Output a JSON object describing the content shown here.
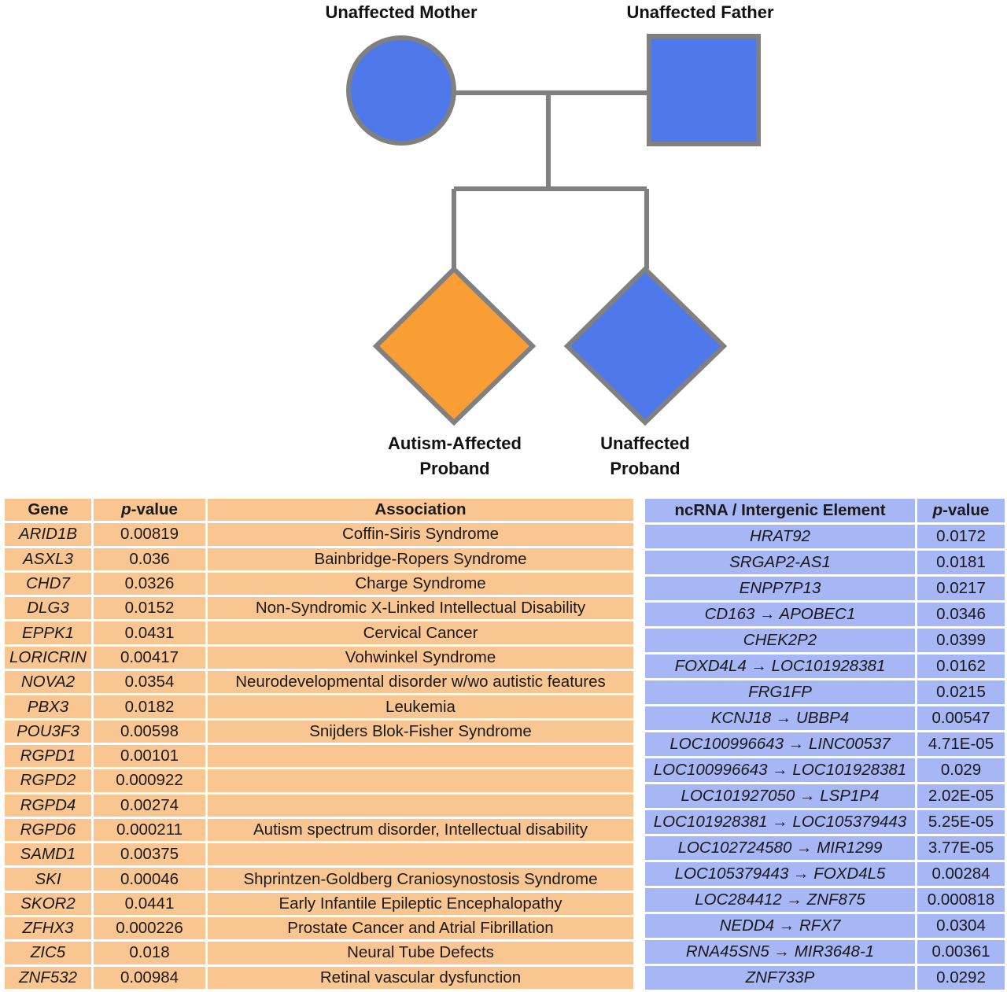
{
  "pedigree": {
    "colors": {
      "unaffected": "#4f79ea",
      "affected": "#f89e35",
      "outline": "#808080"
    },
    "members": [
      {
        "id": "mother",
        "label": "Unaffected Mother",
        "shape": "circle",
        "status": "unaffected"
      },
      {
        "id": "father",
        "label": "Unaffected Father",
        "shape": "square",
        "status": "unaffected"
      },
      {
        "id": "proband",
        "label_lines": [
          "Autism-Affected",
          "Proband"
        ],
        "shape": "diamond",
        "status": "affected"
      },
      {
        "id": "sibling",
        "label_lines": [
          "Unaffected",
          "Proband"
        ],
        "shape": "diamond",
        "status": "unaffected"
      }
    ]
  },
  "gene_table": {
    "fill_color": "#f9c691",
    "headers": {
      "gene": "Gene",
      "p_prefix": "p",
      "p_suffix": "-value",
      "association": "Association"
    },
    "rows": [
      {
        "gene": "ARID1B",
        "p": "0.00819",
        "association": "Coffin-Siris Syndrome"
      },
      {
        "gene": "ASXL3",
        "p": "0.036",
        "association": "Bainbridge-Ropers Syndrome"
      },
      {
        "gene": "CHD7",
        "p": "0.0326",
        "association": "Charge Syndrome"
      },
      {
        "gene": "DLG3",
        "p": "0.0152",
        "association": "Non-Syndromic X-Linked Intellectual Disability"
      },
      {
        "gene": "EPPK1",
        "p": "0.0431",
        "association": "Cervical Cancer"
      },
      {
        "gene": "LORICRIN",
        "p": "0.00417",
        "association": "Vohwinkel Syndrome"
      },
      {
        "gene": "NOVA2",
        "p": "0.0354",
        "association": "Neurodevelopmental disorder w/wo autistic features"
      },
      {
        "gene": "PBX3",
        "p": "0.0182",
        "association": "Leukemia"
      },
      {
        "gene": "POU3F3",
        "p": "0.00598",
        "association": "Snijders Blok-Fisher Syndrome"
      },
      {
        "gene": "RGPD1",
        "p": "0.00101",
        "association": ""
      },
      {
        "gene": "RGPD2",
        "p": "0.000922",
        "association": ""
      },
      {
        "gene": "RGPD4",
        "p": "0.00274",
        "association": ""
      },
      {
        "gene": "RGPD6",
        "p": "0.000211",
        "association": "Autism spectrum disorder, Intellectual disability"
      },
      {
        "gene": "SAMD1",
        "p": "0.00375",
        "association": ""
      },
      {
        "gene": "SKI",
        "p": "0.00046",
        "association": "Shprintzen-Goldberg Craniosynostosis Syndrome"
      },
      {
        "gene": "SKOR2",
        "p": "0.0441",
        "association": "Early Infantile Epileptic Encephalopathy"
      },
      {
        "gene": "ZFHX3",
        "p": "0.000226",
        "association": "Prostate Cancer and Atrial Fibrillation"
      },
      {
        "gene": "ZIC5",
        "p": "0.018",
        "association": "Neural Tube Defects"
      },
      {
        "gene": "ZNF532",
        "p": "0.00984",
        "association": "Retinal vascular dysfunction"
      }
    ]
  },
  "ncrna_table": {
    "fill_color": "#a7b6f4",
    "headers": {
      "element": "ncRNA / Intergenic Element",
      "p_prefix": "p",
      "p_suffix": "-value"
    },
    "rows": [
      {
        "element": "HRAT92",
        "p": "0.0172"
      },
      {
        "element": "SRGAP2-AS1",
        "p": "0.0181"
      },
      {
        "element": "ENPP7P13",
        "p": "0.0217"
      },
      {
        "element": "CD163 → APOBEC1",
        "p": "0.0346"
      },
      {
        "element": "CHEK2P2",
        "p": "0.0399"
      },
      {
        "element": "FOXD4L4 → LOC101928381",
        "p": "0.0162"
      },
      {
        "element": "FRG1FP",
        "p": "0.0215"
      },
      {
        "element": "KCNJ18 → UBBP4",
        "p": "0.00547"
      },
      {
        "element": "LOC100996643 → LINC00537",
        "p": "4.71E-05"
      },
      {
        "element": "LOC100996643 → LOC101928381",
        "p": "0.029"
      },
      {
        "element": "LOC101927050 → LSP1P4",
        "p": "2.02E-05"
      },
      {
        "element": "LOC101928381 → LOC105379443",
        "p": "5.25E-05"
      },
      {
        "element": "LOC102724580 → MIR1299",
        "p": "3.77E-05"
      },
      {
        "element": "LOC105379443 → FOXD4L5",
        "p": "0.00284"
      },
      {
        "element": "LOC284412 → ZNF875",
        "p": "0.000818"
      },
      {
        "element": "NEDD4 → RFX7",
        "p": "0.0304"
      },
      {
        "element": "RNA45SN5 → MIR3648-1",
        "p": "0.00361"
      },
      {
        "element": "ZNF733P",
        "p": "0.0292"
      }
    ]
  }
}
